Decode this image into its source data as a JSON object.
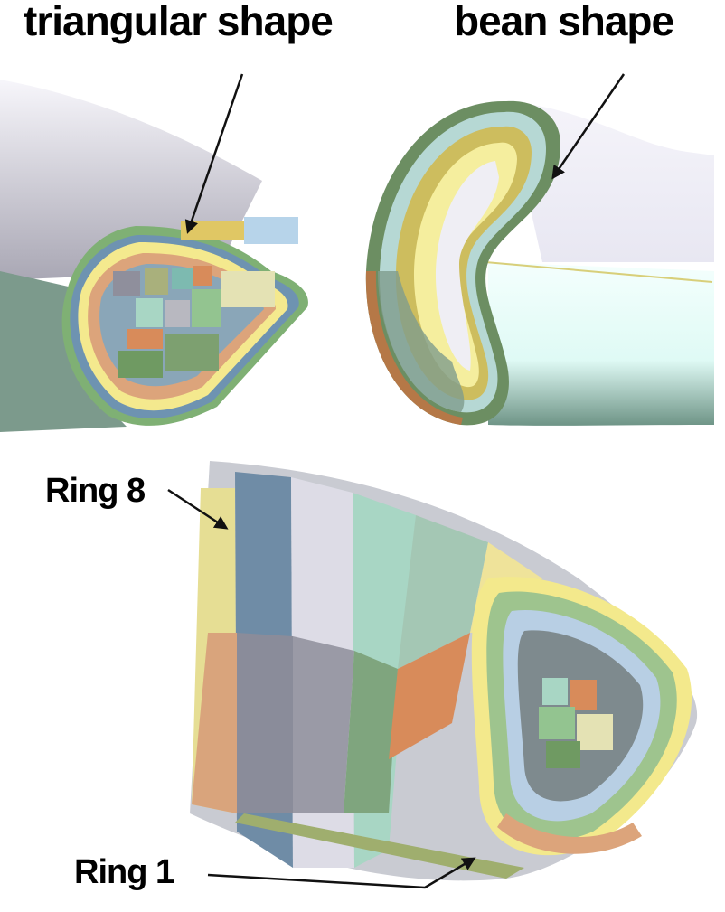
{
  "labels": {
    "triangular": "triangular shape",
    "bean": "bean shape",
    "ring8": "Ring 8",
    "ring1": "Ring 1"
  },
  "panels": [
    {
      "id": "triangular-cross-section",
      "position": "top-left"
    },
    {
      "id": "bean-cross-section",
      "position": "top-right"
    },
    {
      "id": "ring-segmented-model",
      "position": "bottom"
    }
  ],
  "colors": {
    "shell_white": "#eceaf3",
    "shell_green": "#7c9a8c",
    "shell_cyan": "#e2fbf7",
    "seg_yellow": "#efe39a",
    "seg_blue": "#6f8ca6",
    "seg_green": "#7fa57e",
    "seg_orange": "#d9a47c",
    "seg_mint": "#a8d6c4",
    "seg_grey": "#9a9aa6"
  }
}
